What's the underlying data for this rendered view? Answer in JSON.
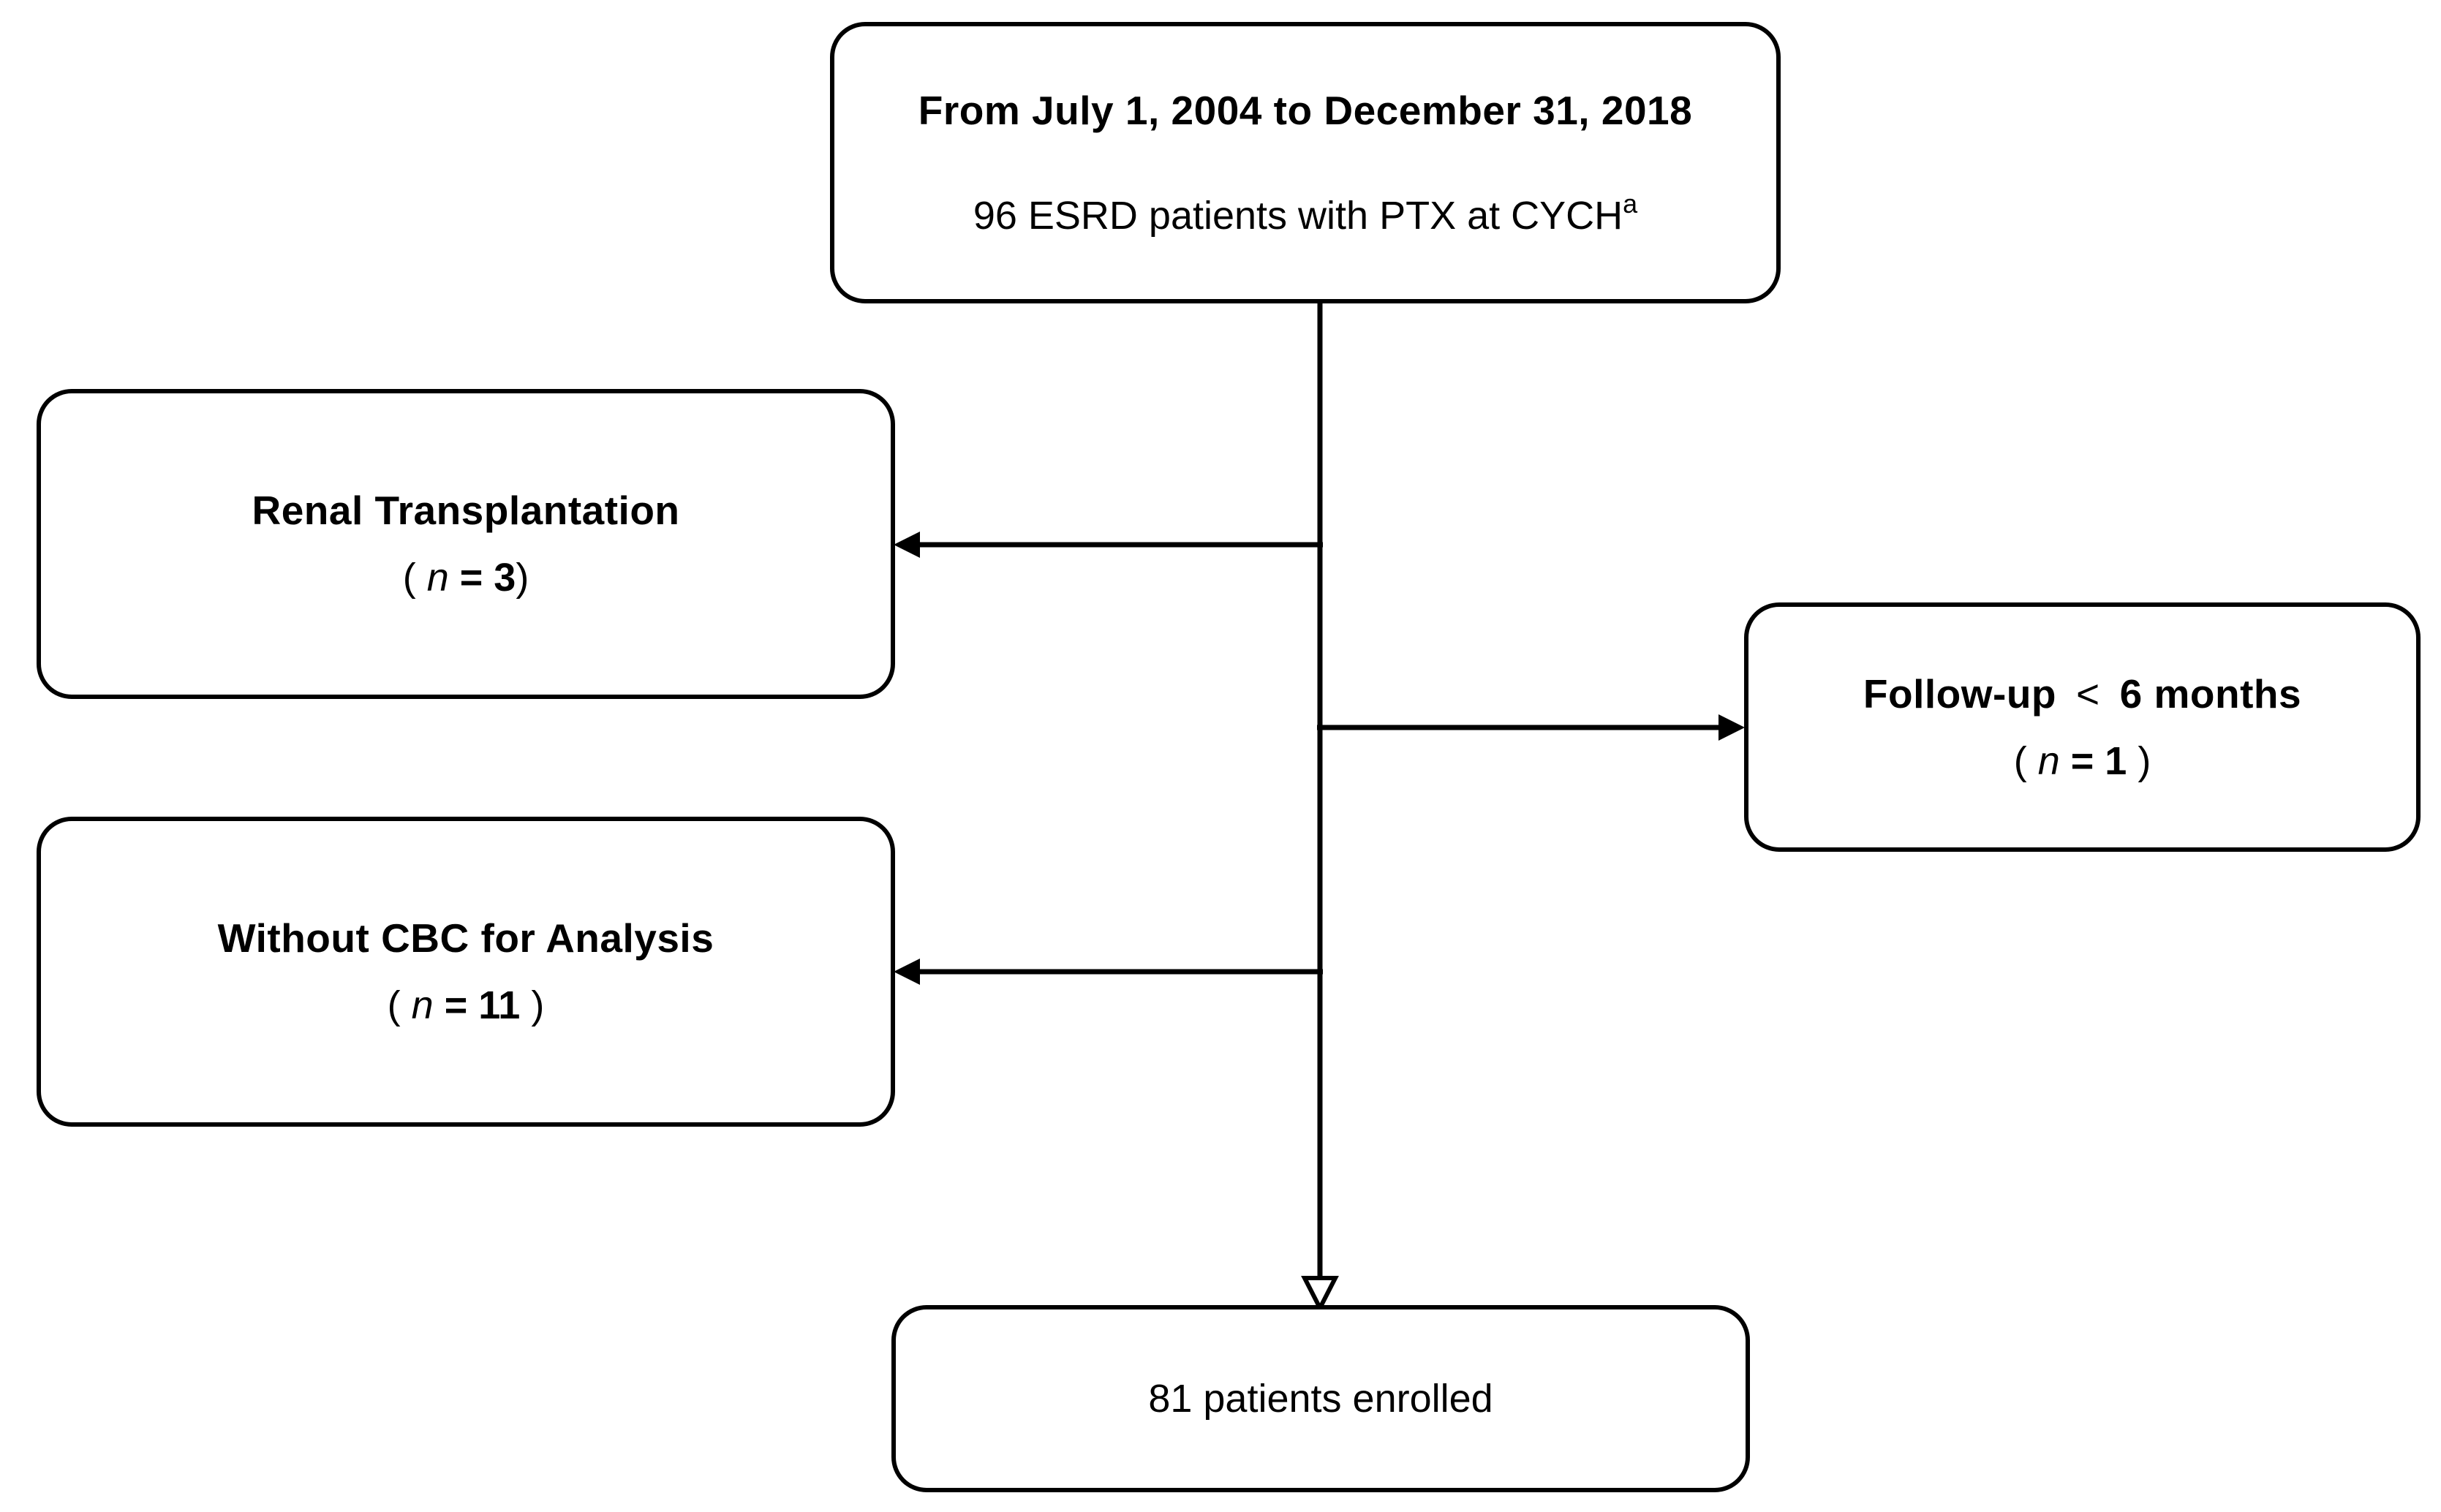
{
  "colors": {
    "ink": "#000000",
    "background": "#ffffff"
  },
  "flowchart": {
    "top_box": {
      "title": "From July 1, 2004 to December 31, 2018",
      "subtitle": "96 ESRD patients with PTX at CYCH",
      "subtitle_superscript": "a"
    },
    "renal_box": {
      "title": "Renal Transplantation",
      "count_open": "( ",
      "count_var": "n",
      "count_rest": " = 3",
      "count_close": ")"
    },
    "followup_box": {
      "title_prefix": "Follow-up",
      "title_operator": "<",
      "title_suffix": "6 months",
      "count_open": "( ",
      "count_var": "n",
      "count_rest": " = 1",
      "count_close": " )"
    },
    "cbc_box": {
      "title": "Without CBC for Analysis",
      "count_open": "( ",
      "count_var": "n",
      "count_rest": " = 11",
      "count_close": " )"
    },
    "enrolled_box": {
      "title": "81 patients enrolled"
    }
  }
}
